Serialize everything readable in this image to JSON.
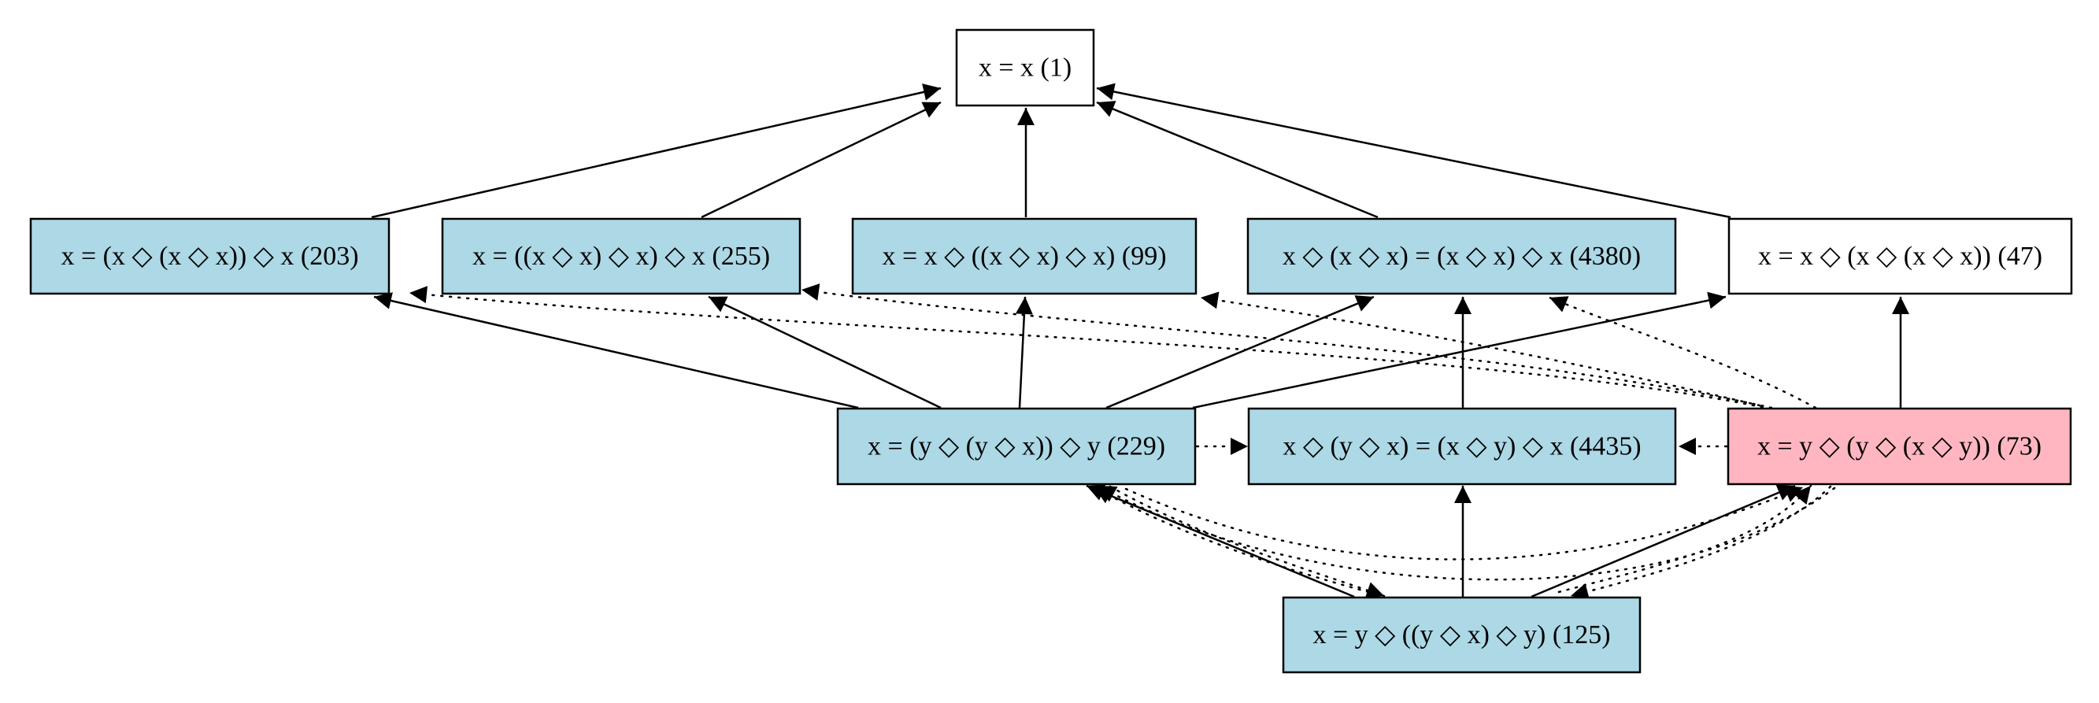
{
  "colors": {
    "default_fill": "#ffffff",
    "blue_fill": "#add8e6",
    "pink_fill": "#ffb6c1",
    "stroke": "#000000"
  },
  "nodes": {
    "n1": {
      "label": "x = x (1)",
      "fill": "white"
    },
    "n203": {
      "label": "x = (x ◇ (x ◇ x)) ◇ x (203)",
      "fill": "blue"
    },
    "n255": {
      "label": "x = ((x ◇ x) ◇ x) ◇ x (255)",
      "fill": "blue"
    },
    "n99": {
      "label": "x = x ◇ ((x ◇ x) ◇ x) (99)",
      "fill": "blue"
    },
    "n4380": {
      "label": "x ◇ (x ◇ x) = (x ◇ x) ◇ x (4380)",
      "fill": "blue"
    },
    "n47": {
      "label": "x = x ◇ (x ◇ (x ◇ x)) (47)",
      "fill": "white"
    },
    "n229": {
      "label": "x = (y ◇ (y ◇ x)) ◇ y (229)",
      "fill": "blue"
    },
    "n4435": {
      "label": "x ◇ (y ◇ x) = (x ◇ y) ◇ x (4435)",
      "fill": "blue"
    },
    "n73": {
      "label": "x = y ◇ (y ◇ (x ◇ y)) (73)",
      "fill": "pink"
    },
    "n125": {
      "label": "x = y ◇ ((y ◇ x) ◇ y) (125)",
      "fill": "blue"
    }
  },
  "edges": [
    {
      "from": "n203",
      "to": "n1",
      "style": "solid"
    },
    {
      "from": "n255",
      "to": "n1",
      "style": "solid"
    },
    {
      "from": "n99",
      "to": "n1",
      "style": "solid"
    },
    {
      "from": "n4380",
      "to": "n1",
      "style": "solid"
    },
    {
      "from": "n47",
      "to": "n1",
      "style": "solid"
    },
    {
      "from": "n229",
      "to": "n203",
      "style": "solid"
    },
    {
      "from": "n229",
      "to": "n255",
      "style": "solid"
    },
    {
      "from": "n229",
      "to": "n99",
      "style": "solid"
    },
    {
      "from": "n229",
      "to": "n4380",
      "style": "solid"
    },
    {
      "from": "n229",
      "to": "n47",
      "style": "solid"
    },
    {
      "from": "n229",
      "to": "n4435",
      "style": "dotted"
    },
    {
      "from": "n4435",
      "to": "n4380",
      "style": "solid"
    },
    {
      "from": "n73",
      "to": "n47",
      "style": "solid"
    },
    {
      "from": "n73",
      "to": "n4435",
      "style": "dotted"
    },
    {
      "from": "n73",
      "to": "n203",
      "style": "dotted"
    },
    {
      "from": "n73",
      "to": "n255",
      "style": "dotted"
    },
    {
      "from": "n73",
      "to": "n99",
      "style": "dotted"
    },
    {
      "from": "n73",
      "to": "n4380",
      "style": "dotted"
    },
    {
      "from": "n125",
      "to": "n229",
      "style": "solid"
    },
    {
      "from": "n125",
      "to": "n4435",
      "style": "solid"
    },
    {
      "from": "n125",
      "to": "n73",
      "style": "solid"
    },
    {
      "from": "n229",
      "to": "n125",
      "style": "dotted"
    },
    {
      "from": "n73",
      "to": "n125",
      "style": "dotted"
    },
    {
      "from": "n125",
      "to": "n229",
      "style": "dotted"
    },
    {
      "from": "n125",
      "to": "n73",
      "style": "dotted"
    },
    {
      "from": "n229",
      "to": "n73",
      "style": "dotted"
    },
    {
      "from": "n73",
      "to": "n229",
      "style": "dotted"
    }
  ]
}
